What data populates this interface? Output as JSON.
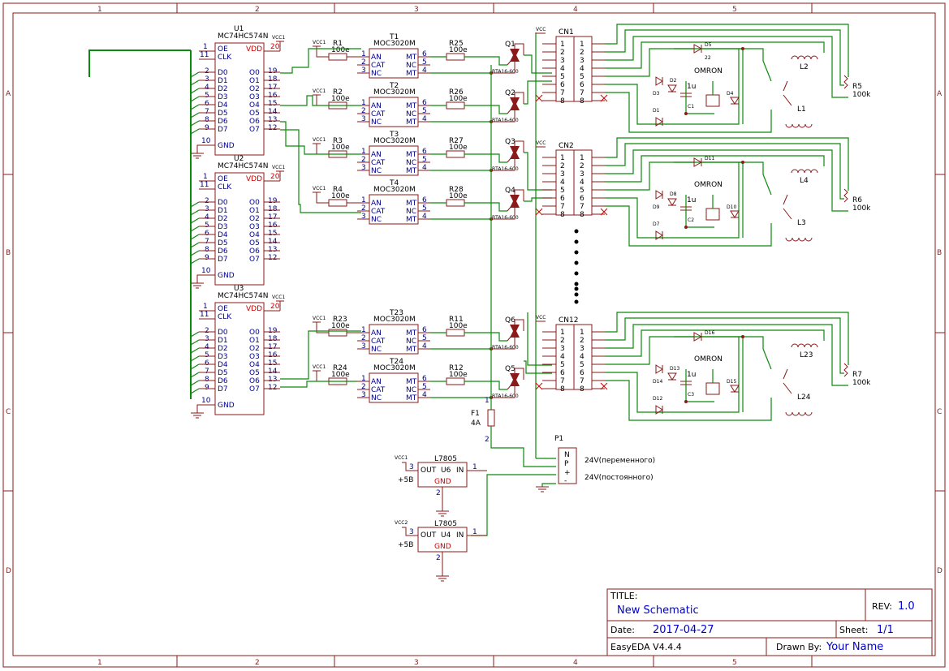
{
  "title_block": {
    "title_label": "TITLE:",
    "title": "New Schematic",
    "rev_label": "REV:",
    "rev": "1.0",
    "date_label": "Date:",
    "date": "2017-04-27",
    "sheet_label": "Sheet:",
    "sheet": "1/1",
    "tool": "EasyEDA V4.4.4",
    "drawn_label": "Drawn By:",
    "drawn_by": "Your Name"
  },
  "zones": {
    "cols": [
      "1",
      "2",
      "3",
      "4",
      "5"
    ],
    "rows": [
      "A",
      "B",
      "C",
      "D"
    ]
  },
  "latches": [
    {
      "ref": "U1",
      "part": "MC74HC574N",
      "vcc": "VCC1"
    },
    {
      "ref": "U2",
      "part": "MC74HC574N",
      "vcc": "VCC1"
    },
    {
      "ref": "U3",
      "part": "MC74HC574N",
      "vcc": "VCC1"
    }
  ],
  "latch_pins": {
    "oe": "OE",
    "clk": "CLK",
    "gnd": "GND",
    "vdd": "VDD",
    "left_names": [
      "D0",
      "D1",
      "D2",
      "D3",
      "D4",
      "D5",
      "D6",
      "D7"
    ],
    "left_nums": [
      "2",
      "3",
      "4",
      "5",
      "6",
      "7",
      "8",
      "9"
    ],
    "right_names": [
      "O0",
      "O1",
      "O2",
      "O3",
      "O4",
      "O5",
      "O6",
      "O7"
    ],
    "right_nums": [
      "19",
      "18",
      "17",
      "16",
      "15",
      "14",
      "13",
      "12"
    ],
    "oe_num": "1",
    "clk_num": "11",
    "gnd_num": "10",
    "vdd_num": "20"
  },
  "optos": [
    {
      "ref": "T1",
      "part": "MOC3020M",
      "r_in": "R1",
      "r_in_val": "100e",
      "r_out": "R25",
      "r_out_val": "100e",
      "triac": "Q1"
    },
    {
      "ref": "T2",
      "part": "MOC3020M",
      "r_in": "R2",
      "r_in_val": "100e",
      "r_out": "R26",
      "r_out_val": "100e",
      "triac": "Q2"
    },
    {
      "ref": "T3",
      "part": "MOC3020M",
      "r_in": "R3",
      "r_in_val": "100e",
      "r_out": "R27",
      "r_out_val": "100e",
      "triac": "Q3"
    },
    {
      "ref": "T4",
      "part": "MOC3020M",
      "r_in": "R4",
      "r_in_val": "100e",
      "r_out": "R28",
      "r_out_val": "100e",
      "triac": "Q4"
    },
    {
      "ref": "T23",
      "part": "MOC3020M",
      "r_in": "R23",
      "r_in_val": "100e",
      "r_out": "R11",
      "r_out_val": "100e",
      "triac": "Q6"
    },
    {
      "ref": "T24",
      "part": "MOC3020M",
      "r_in": "R24",
      "r_in_val": "100e",
      "r_out": "R12",
      "r_out_val": "100e",
      "triac": "Q5"
    }
  ],
  "opto_pins": {
    "left": [
      "AN",
      "CAT",
      "NC"
    ],
    "left_nums": [
      "1",
      "2",
      "3"
    ],
    "right": [
      "MT",
      "NC",
      "MT"
    ],
    "right_nums": [
      "6",
      "5",
      "4"
    ]
  },
  "triac_part": "BTA16-600",
  "vcc_label": "VCC",
  "vcc1_label": "VCC1",
  "connectors": [
    {
      "ref": "CN1",
      "diodes": [
        "D5",
        "D3",
        "D2",
        "D4",
        "D1"
      ],
      "cap": "C1",
      "cap_val": "1u",
      "relay": "OMRON",
      "coils": [
        "L2",
        "L1"
      ],
      "pot": "R5",
      "pot_val": "100k",
      "d5_note": "22"
    },
    {
      "ref": "CN2",
      "diodes": [
        "D11",
        "D9",
        "D8",
        "D10",
        "D7"
      ],
      "cap": "C2",
      "cap_val": "1u",
      "relay": "OMRON",
      "coils": [
        "L4",
        "L3"
      ],
      "pot": "R6",
      "pot_val": "100k"
    },
    {
      "ref": "CN12",
      "diodes": [
        "D16",
        "D14",
        "D13",
        "D15",
        "D12"
      ],
      "cap": "C3",
      "cap_val": "1u",
      "relay": "OMRON",
      "coils": [
        "L23",
        "L24"
      ],
      "pot": "R7",
      "pot_val": "100k"
    }
  ],
  "connector_pin_nums": [
    "1",
    "2",
    "3",
    "4",
    "5",
    "6",
    "7",
    "8"
  ],
  "fuse": {
    "ref": "F1",
    "val": "4A",
    "pin1": "1",
    "pin2": "2"
  },
  "power_conn": {
    "ref": "P1",
    "pins": [
      "N",
      "P",
      "+",
      "-"
    ],
    "ac_label": "24V(переменного)",
    "dc_label": "24V(постоянного)"
  },
  "regulators": [
    {
      "ref": "U6",
      "part": "L7805",
      "vcc": "VCC1",
      "out": "OUT",
      "in": "IN",
      "gnd": "GND",
      "out_num": "3",
      "in_num": "1",
      "gnd_num": "2",
      "volt": "+5B"
    },
    {
      "ref": "U4",
      "part": "L7805",
      "vcc": "VCC2",
      "out": "OUT",
      "in": "IN",
      "gnd": "GND",
      "out_num": "3",
      "in_num": "1",
      "gnd_num": "2",
      "volt": "+5B"
    }
  ]
}
